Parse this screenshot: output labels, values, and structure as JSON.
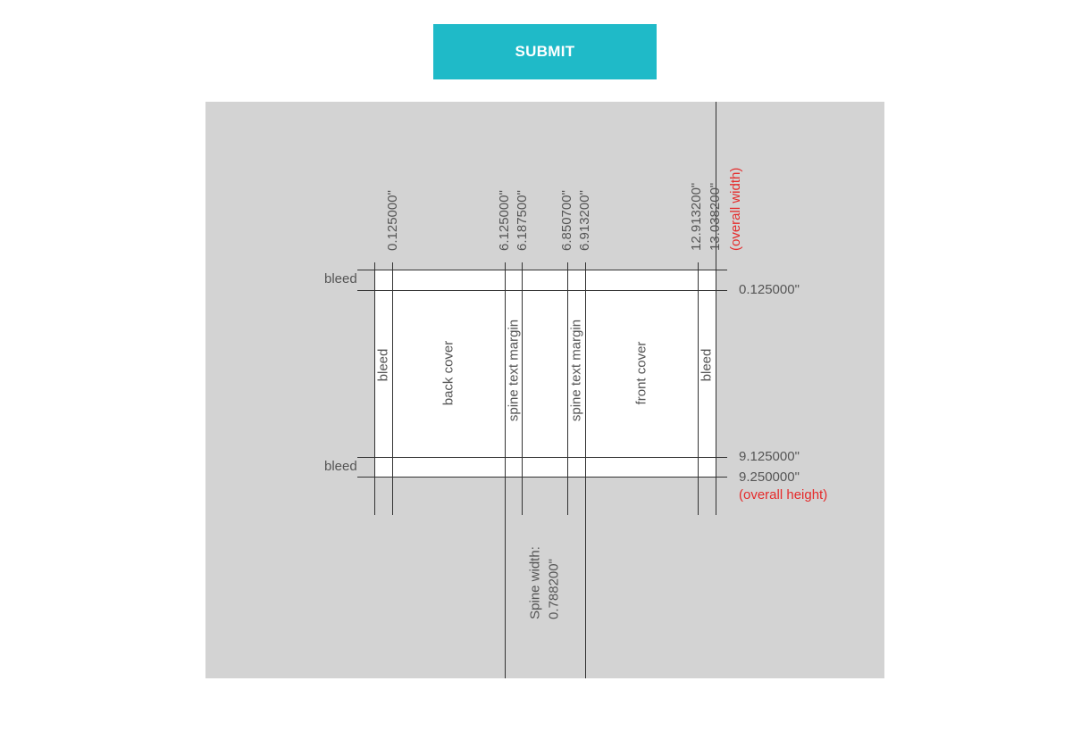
{
  "submit": {
    "label": "SUBMIT"
  },
  "diagram": {
    "top_measures": [
      "0.125000\"",
      "6.125000\"",
      "6.187500\"",
      "6.850700\"",
      "6.913200\"",
      "12.913200\"",
      "13.038200\""
    ],
    "overall_width_label": "(overall width)",
    "right_measures": [
      "0.125000\"",
      "9.125000\"",
      "9.250000\""
    ],
    "overall_height_label": "(overall height)",
    "left_labels": [
      "bleed",
      "bleed"
    ],
    "panels": [
      "bleed",
      "back cover",
      "spine text margin",
      "spine text margin",
      "front cover",
      "bleed"
    ],
    "spine": {
      "label": "Spine width:",
      "value": "0.788200\""
    }
  }
}
